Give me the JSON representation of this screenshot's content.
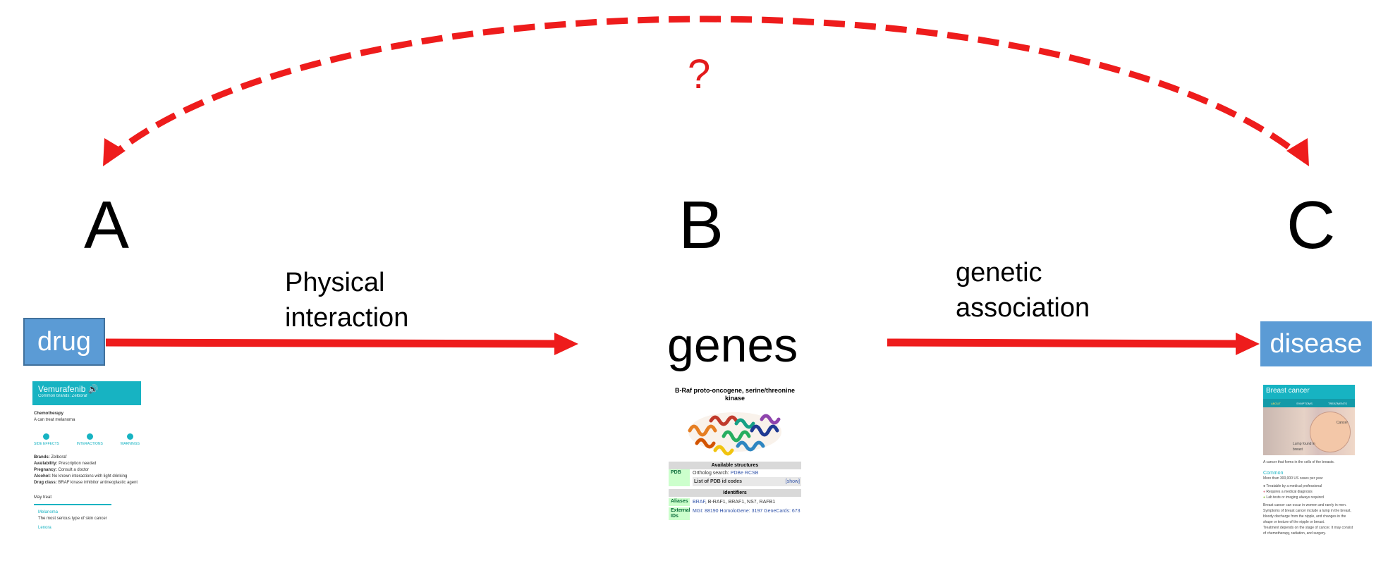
{
  "diagram": {
    "question": "?",
    "nodes": {
      "a": {
        "letter": "A",
        "label": "drug"
      },
      "b": {
        "letter": "B",
        "label": "genes"
      },
      "c": {
        "letter": "C",
        "label": "disease"
      }
    },
    "edges": {
      "ab": {
        "label_line1": "Physical",
        "label_line2": "interaction"
      },
      "bc": {
        "label_line1": "genetic",
        "label_line2": "association"
      }
    },
    "colors": {
      "arrow": "#ee1c1c",
      "box": "#5b9bd5",
      "question": "#e31a1c"
    }
  },
  "drug_card": {
    "title": "Vemurafenib",
    "subtitle": "Common brands: Zelboraf",
    "category": "Chemotherapy",
    "category_desc": "A can treat melanoma",
    "icons": [
      "SIDE EFFECTS",
      "INTERACTIONS",
      "WARNINGS"
    ],
    "facts": [
      {
        "k": "Brands:",
        "v": "Zelboraf"
      },
      {
        "k": "Availability:",
        "v": "Prescription needed"
      },
      {
        "k": "Pregnancy:",
        "v": "Consult a doctor"
      },
      {
        "k": "Alcohol:",
        "v": "No known interactions with light drinking"
      },
      {
        "k": "Drug class:",
        "v": "BRAF kinase inhibitor antineoplastic agent"
      }
    ],
    "may_treat": "May treat",
    "condition": "Melanoma",
    "condition_desc": "The most serious type of skin cancer",
    "more": "Lenora"
  },
  "gene_card": {
    "title": "B-Raf proto-oncogene, serine/threonine kinase",
    "section_structures": "Available structures",
    "pdb_label": "PDB",
    "ortholog_prefix": "Ortholog search: ",
    "ortholog_links": "PDBe RCSB",
    "pdb_list": "List of PDB id codes",
    "show": "[show]",
    "section_identifiers": "Identifiers",
    "aliases_label": "Aliases",
    "aliases_link": "BRAF",
    "aliases_rest": ", B-RAF1, BRAF1, NS7, RAFB1",
    "external_label": "External IDs",
    "external_ids": "MGI: 88190 HomoloGene: 3197 GeneCards: 673"
  },
  "disease_card": {
    "title": "Breast cancer",
    "tabs": [
      "ABOUT",
      "SYMPTOMS",
      "TREATMENTS"
    ],
    "img_label1": "Cancer",
    "img_label2": "Lump found in breast",
    "desc": "A cancer that forms in the cells of the breasts.",
    "common": "Common",
    "common_desc": "More than 300,000 US cases per year",
    "bullets": [
      "Treatable by a medical professional",
      "Requires a medical diagnosis",
      "Lab tests or imaging always required"
    ],
    "para1": "Breast cancer can occur in women and rarely in men.",
    "para2": "Symptoms of breast cancer include a lump in the breast, bloody discharge from the nipple, and changes in the shape or texture of the nipple or breast.",
    "para3": "Treatment depends on the stage of cancer. It may consist of chemotherapy, radiation, and surgery."
  }
}
